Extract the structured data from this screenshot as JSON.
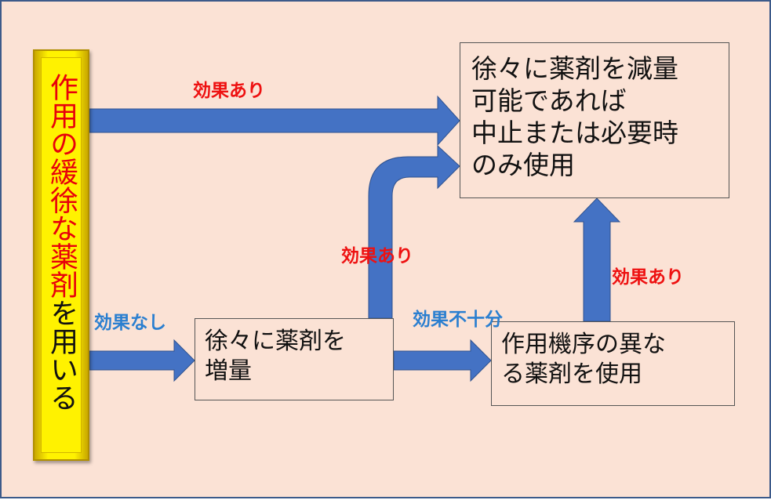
{
  "start": {
    "text_red": "作用の緩徐な薬剤",
    "text_black": "を用いる"
  },
  "boxes": {
    "result": "徐々に薬剤を減量\n可能であれば\n中止または必要時\nのみ使用",
    "increase": "徐々に薬剤を\n増量",
    "change": "作用機序の異な\nる薬剤を使用"
  },
  "labels": {
    "effective_top": "効果あり",
    "effective_mid": "効果あり",
    "effective_right": "効果あり",
    "no_effect": "効果なし",
    "insufficient": "効果不十分"
  },
  "colors": {
    "background": "#fbe2d5",
    "arrow": "#4472c4",
    "start_box": "#fff200",
    "label_red": "#ee1111",
    "label_blue": "#2b7fd0",
    "border": "#3c5a8a"
  }
}
